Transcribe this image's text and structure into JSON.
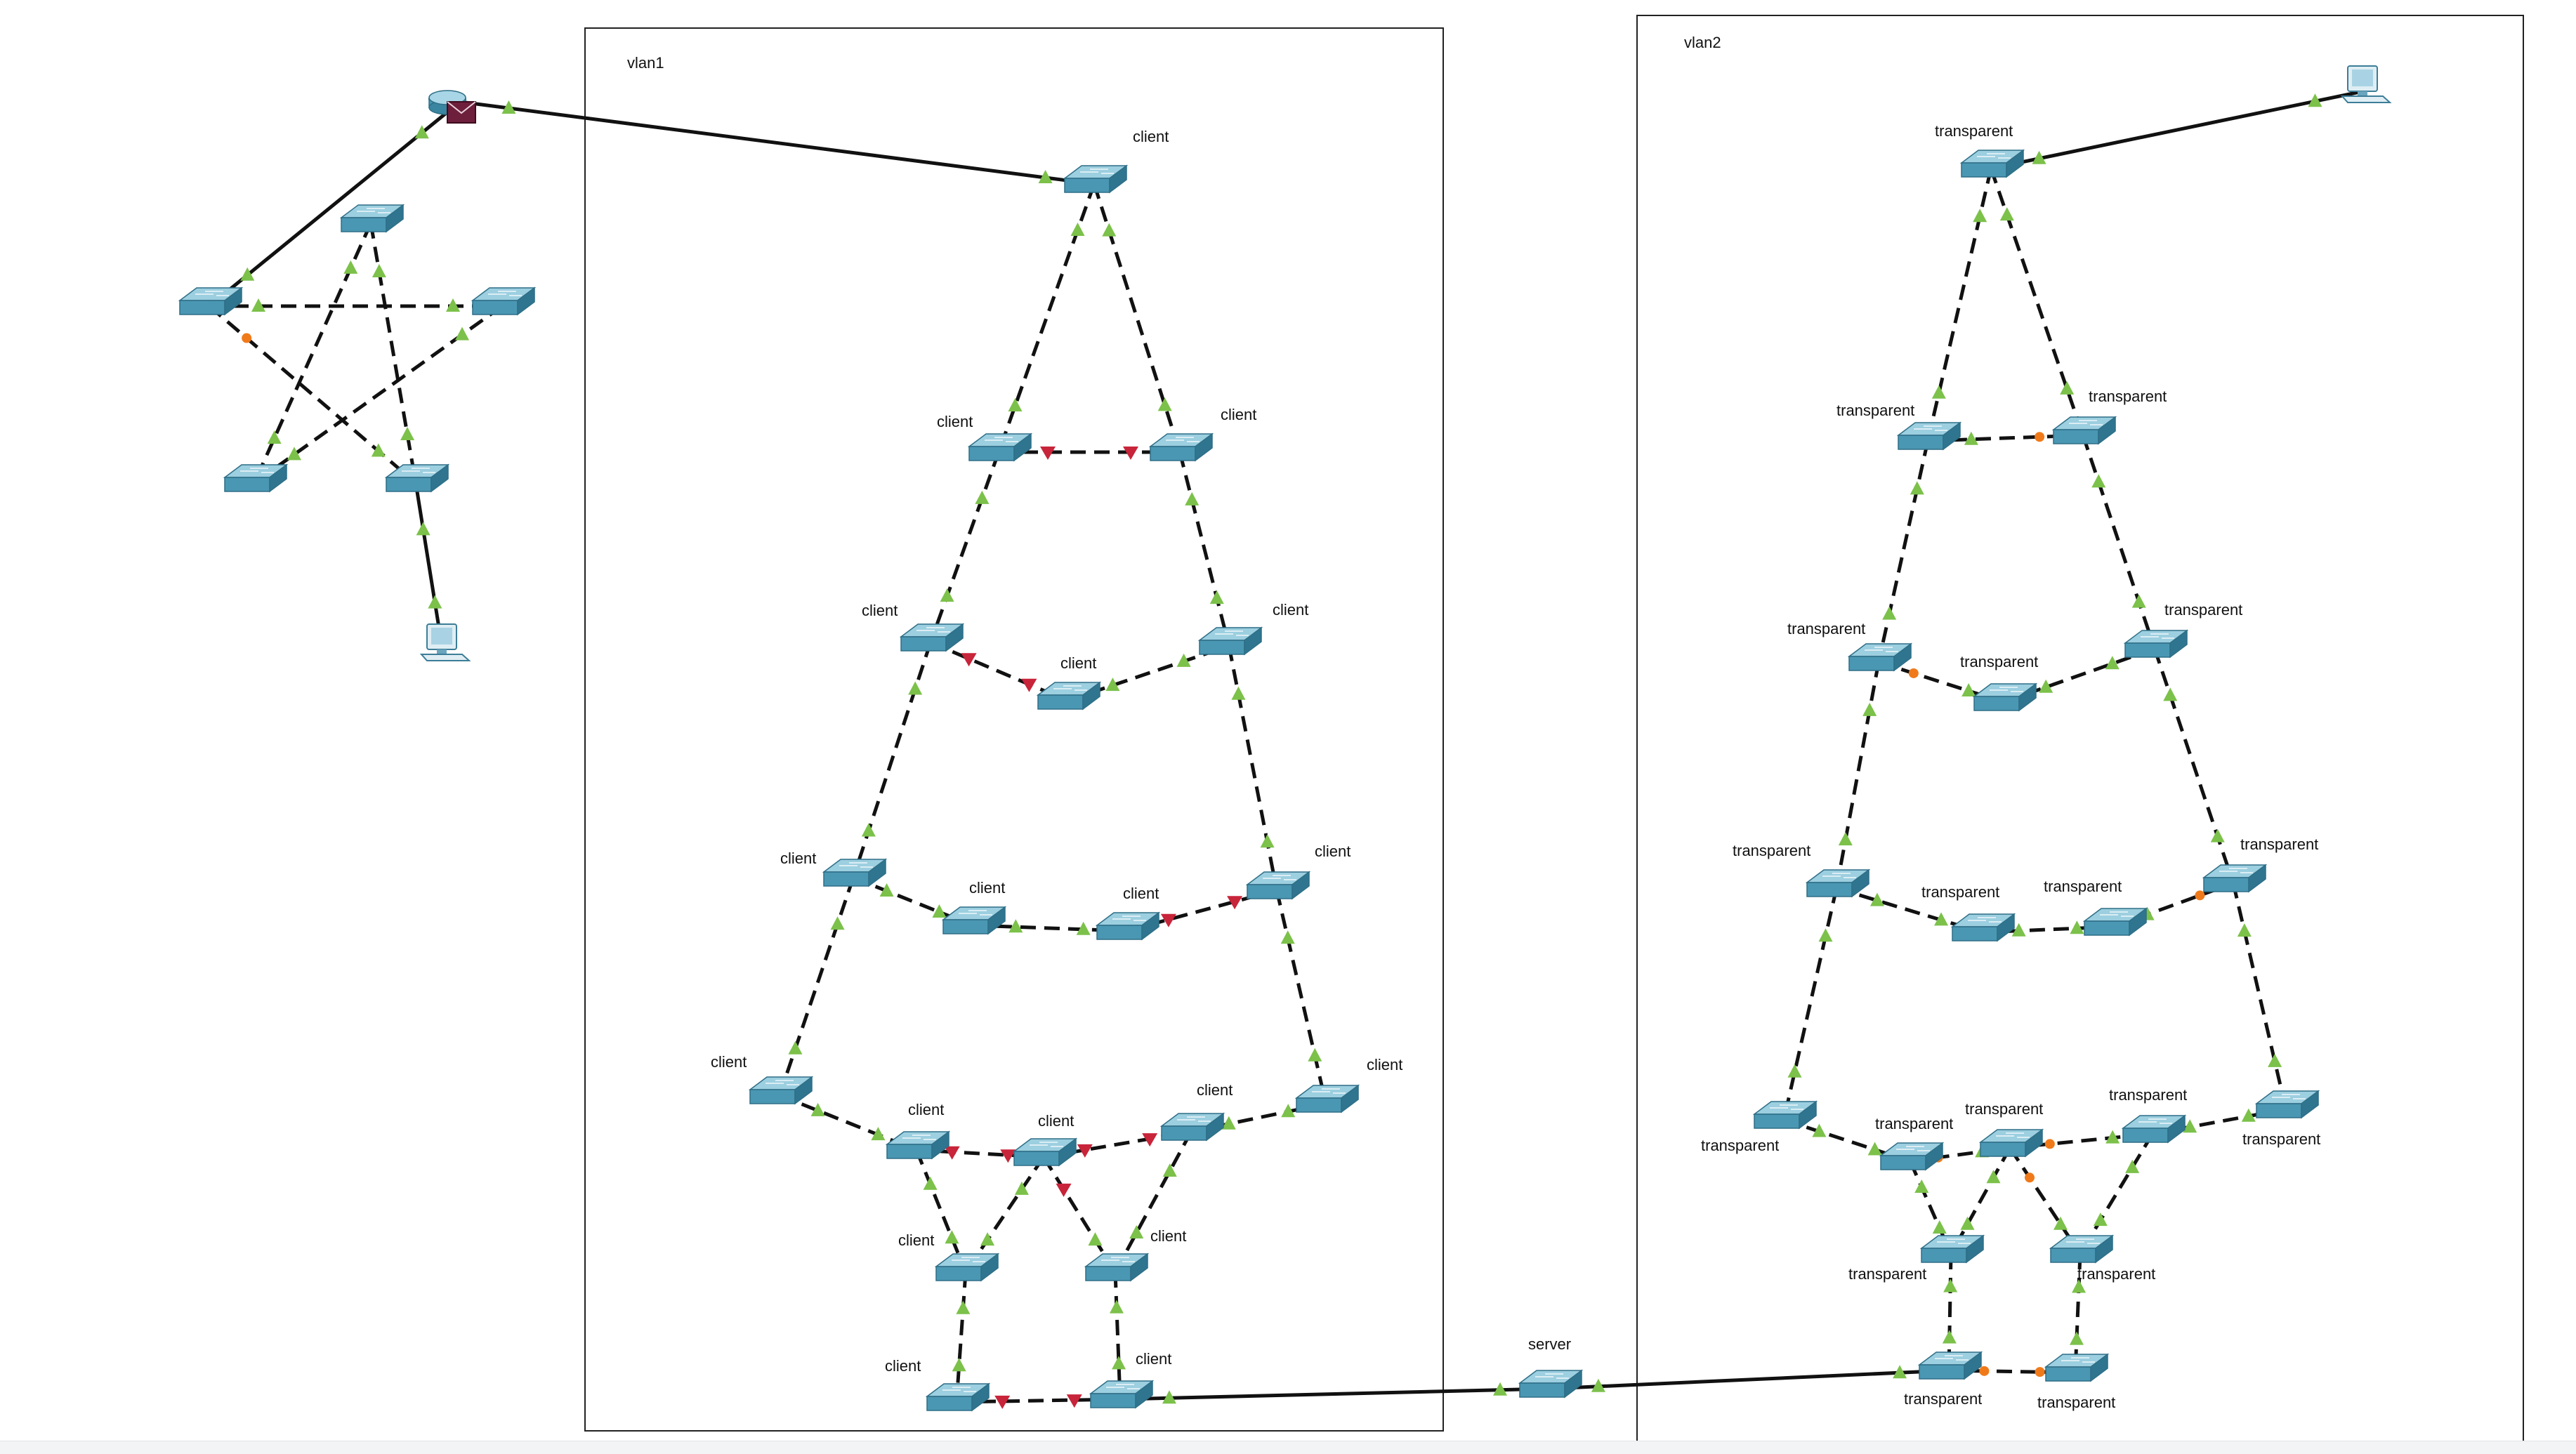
{
  "diagram": {
    "areas": {
      "vlan1": "vlan1",
      "vlan2": "vlan2"
    },
    "colors": {
      "link": "#111111",
      "link_up": "#7cc14a",
      "link_blocked": "#c8243a",
      "link_transition": "#f07a1a",
      "switch_top": "#8ec6d8",
      "switch_side": "#3e8aa6"
    },
    "icons": [
      "router-icon",
      "envelope-icon",
      "switch-icon",
      "pc-icon"
    ],
    "nodes": [
      {
        "id": "router",
        "type": "router"
      },
      {
        "id": "pc-left",
        "type": "pc"
      },
      {
        "id": "pc-right",
        "type": "pc"
      },
      {
        "id": "star-top",
        "type": "switch",
        "label": ""
      },
      {
        "id": "star-left",
        "type": "switch",
        "label": ""
      },
      {
        "id": "star-right",
        "type": "switch",
        "label": ""
      },
      {
        "id": "star-bl",
        "type": "switch",
        "label": ""
      },
      {
        "id": "star-br",
        "type": "switch",
        "label": ""
      },
      {
        "id": "v1-top",
        "type": "switch",
        "label": "client"
      },
      {
        "id": "v1-r1l",
        "type": "switch",
        "label": "client"
      },
      {
        "id": "v1-r1r",
        "type": "switch",
        "label": "client"
      },
      {
        "id": "v1-r2l",
        "type": "switch",
        "label": "client"
      },
      {
        "id": "v1-r2m",
        "type": "switch",
        "label": "client"
      },
      {
        "id": "v1-r2r",
        "type": "switch",
        "label": "client"
      },
      {
        "id": "v1-r3l",
        "type": "switch",
        "label": "client"
      },
      {
        "id": "v1-r3a",
        "type": "switch",
        "label": "client"
      },
      {
        "id": "v1-r3b",
        "type": "switch",
        "label": "client"
      },
      {
        "id": "v1-r3r",
        "type": "switch",
        "label": "client"
      },
      {
        "id": "v1-r4l",
        "type": "switch",
        "label": "client"
      },
      {
        "id": "v1-r4a",
        "type": "switch",
        "label": "client"
      },
      {
        "id": "v1-r4b",
        "type": "switch",
        "label": "client"
      },
      {
        "id": "v1-r4c",
        "type": "switch",
        "label": "client"
      },
      {
        "id": "v1-r4r",
        "type": "switch",
        "label": "client"
      },
      {
        "id": "v1-r5l",
        "type": "switch",
        "label": "client"
      },
      {
        "id": "v1-r5r",
        "type": "switch",
        "label": "client"
      },
      {
        "id": "v1-r6l",
        "type": "switch",
        "label": "client"
      },
      {
        "id": "v1-r6r",
        "type": "switch",
        "label": "client"
      },
      {
        "id": "server",
        "type": "switch",
        "label": "server"
      },
      {
        "id": "v2-top",
        "type": "switch",
        "label": "transparent"
      },
      {
        "id": "v2-r1l",
        "type": "switch",
        "label": "transparent"
      },
      {
        "id": "v2-r1r",
        "type": "switch",
        "label": "transparent"
      },
      {
        "id": "v2-r2l",
        "type": "switch",
        "label": "transparent"
      },
      {
        "id": "v2-r2m",
        "type": "switch",
        "label": "transparent"
      },
      {
        "id": "v2-r2r",
        "type": "switch",
        "label": "transparent"
      },
      {
        "id": "v2-r3l",
        "type": "switch",
        "label": "transparent"
      },
      {
        "id": "v2-r3a",
        "type": "switch",
        "label": "transparent"
      },
      {
        "id": "v2-r3b",
        "type": "switch",
        "label": "transparent"
      },
      {
        "id": "v2-r3r",
        "type": "switch",
        "label": "transparent"
      },
      {
        "id": "v2-r4l",
        "type": "switch",
        "label": "transparent"
      },
      {
        "id": "v2-r4a",
        "type": "switch",
        "label": "transparent"
      },
      {
        "id": "v2-r4b",
        "type": "switch",
        "label": "transparent"
      },
      {
        "id": "v2-r4c",
        "type": "switch",
        "label": "transparent"
      },
      {
        "id": "v2-r4r",
        "type": "switch",
        "label": "transparent"
      },
      {
        "id": "v2-r5l",
        "type": "switch",
        "label": "transparent"
      },
      {
        "id": "v2-r5r",
        "type": "switch",
        "label": "transparent"
      },
      {
        "id": "v2-r6l",
        "type": "switch",
        "label": "transparent"
      },
      {
        "id": "v2-r6r",
        "type": "switch",
        "label": "transparent"
      }
    ],
    "links": [
      {
        "from": "router",
        "to": "star-left",
        "style": "solid",
        "s1": "up",
        "s2": "up"
      },
      {
        "from": "router",
        "to": "v1-top",
        "style": "solid",
        "s1": "up",
        "s2": "up"
      },
      {
        "from": "star-left",
        "to": "star-right",
        "style": "dashed",
        "s1": "up",
        "s2": "up"
      },
      {
        "from": "star-left",
        "to": "star-br",
        "style": "dashed",
        "s1": "transition",
        "s2": "up"
      },
      {
        "from": "star-top",
        "to": "star-bl",
        "style": "dashed",
        "s1": "up",
        "s2": "up"
      },
      {
        "from": "star-top",
        "to": "star-br",
        "style": "dashed",
        "s1": "up",
        "s2": "up"
      },
      {
        "from": "star-right",
        "to": "star-bl",
        "style": "dashed",
        "s1": "up",
        "s2": "up"
      },
      {
        "from": "star-br",
        "to": "pc-left",
        "style": "solid",
        "s1": "up",
        "s2": "up"
      },
      {
        "from": "v1-top",
        "to": "v1-r1l",
        "style": "dashed",
        "s1": "up",
        "s2": "up"
      },
      {
        "from": "v1-top",
        "to": "v1-r1r",
        "style": "dashed",
        "s1": "up",
        "s2": "up"
      },
      {
        "from": "v1-r1l",
        "to": "v1-r1r",
        "style": "dashed",
        "s1": "blocked",
        "s2": "blocked"
      },
      {
        "from": "v1-r1l",
        "to": "v1-r2l",
        "style": "dashed",
        "s1": "up",
        "s2": "up"
      },
      {
        "from": "v1-r1r",
        "to": "v1-r2r",
        "style": "dashed",
        "s1": "up",
        "s2": "up"
      },
      {
        "from": "v1-r2l",
        "to": "v1-r2m",
        "style": "dashed",
        "s1": "blocked",
        "s2": "blocked"
      },
      {
        "from": "v1-r2m",
        "to": "v1-r2r",
        "style": "dashed",
        "s1": "up",
        "s2": "up"
      },
      {
        "from": "v1-r2l",
        "to": "v1-r3l",
        "style": "dashed",
        "s1": "up",
        "s2": "up"
      },
      {
        "from": "v1-r2r",
        "to": "v1-r3r",
        "style": "dashed",
        "s1": "up",
        "s2": "up"
      },
      {
        "from": "v1-r3l",
        "to": "v1-r3a",
        "style": "dashed",
        "s1": "up",
        "s2": "up"
      },
      {
        "from": "v1-r3a",
        "to": "v1-r3b",
        "style": "dashed",
        "s1": "up",
        "s2": "up"
      },
      {
        "from": "v1-r3b",
        "to": "v1-r3r",
        "style": "dashed",
        "s1": "blocked",
        "s2": "blocked"
      },
      {
        "from": "v1-r3l",
        "to": "v1-r4l",
        "style": "dashed",
        "s1": "up",
        "s2": "up"
      },
      {
        "from": "v1-r3r",
        "to": "v1-r4r",
        "style": "dashed",
        "s1": "up",
        "s2": "up"
      },
      {
        "from": "v1-r4l",
        "to": "v1-r4a",
        "style": "dashed",
        "s1": "up",
        "s2": "up"
      },
      {
        "from": "v1-r4a",
        "to": "v1-r4b",
        "style": "dashed",
        "s1": "blocked",
        "s2": "blocked"
      },
      {
        "from": "v1-r4b",
        "to": "v1-r4c",
        "style": "dashed",
        "s1": "blocked",
        "s2": "blocked"
      },
      {
        "from": "v1-r4c",
        "to": "v1-r4r",
        "style": "dashed",
        "s1": "up",
        "s2": "up"
      },
      {
        "from": "v1-r4a",
        "to": "v1-r5l",
        "style": "dashed",
        "s1": "up",
        "s2": "up"
      },
      {
        "from": "v1-r4b",
        "to": "v1-r5l",
        "style": "dashed",
        "s1": "up",
        "s2": "up"
      },
      {
        "from": "v1-r4b",
        "to": "v1-r5r",
        "style": "dashed",
        "s1": "blocked",
        "s2": "up"
      },
      {
        "from": "v1-r4c",
        "to": "v1-r5r",
        "style": "dashed",
        "s1": "up",
        "s2": "up"
      },
      {
        "from": "v1-r5l",
        "to": "v1-r6l",
        "style": "dashed",
        "s1": "up",
        "s2": "up"
      },
      {
        "from": "v1-r5r",
        "to": "v1-r6r",
        "style": "dashed",
        "s1": "up",
        "s2": "up"
      },
      {
        "from": "v1-r6l",
        "to": "v1-r6r",
        "style": "dashed",
        "s1": "blocked",
        "s2": "blocked"
      },
      {
        "from": "v1-r6r",
        "to": "server",
        "style": "solid",
        "s1": "up",
        "s2": "up"
      },
      {
        "from": "server",
        "to": "v2-r6l",
        "style": "solid",
        "s1": "up",
        "s2": "up"
      },
      {
        "from": "v2-top",
        "to": "pc-right",
        "style": "solid",
        "s1": "up",
        "s2": "up"
      },
      {
        "from": "v2-top",
        "to": "v2-r1l",
        "style": "dashed",
        "s1": "up",
        "s2": "up"
      },
      {
        "from": "v2-top",
        "to": "v2-r1r",
        "style": "dashed",
        "s1": "up",
        "s2": "up"
      },
      {
        "from": "v2-r1l",
        "to": "v2-r1r",
        "style": "dashed",
        "s1": "up",
        "s2": "transition"
      },
      {
        "from": "v2-r1l",
        "to": "v2-r2l",
        "style": "dashed",
        "s1": "up",
        "s2": "up"
      },
      {
        "from": "v2-r1r",
        "to": "v2-r2r",
        "style": "dashed",
        "s1": "up",
        "s2": "up"
      },
      {
        "from": "v2-r2l",
        "to": "v2-r2m",
        "style": "dashed",
        "s1": "transition",
        "s2": "up"
      },
      {
        "from": "v2-r2m",
        "to": "v2-r2r",
        "style": "dashed",
        "s1": "up",
        "s2": "up"
      },
      {
        "from": "v2-r2l",
        "to": "v2-r3l",
        "style": "dashed",
        "s1": "up",
        "s2": "up"
      },
      {
        "from": "v2-r2r",
        "to": "v2-r3r",
        "style": "dashed",
        "s1": "up",
        "s2": "up"
      },
      {
        "from": "v2-r3l",
        "to": "v2-r3a",
        "style": "dashed",
        "s1": "up",
        "s2": "up"
      },
      {
        "from": "v2-r3a",
        "to": "v2-r3b",
        "style": "dashed",
        "s1": "up",
        "s2": "up"
      },
      {
        "from": "v2-r3b",
        "to": "v2-r3r",
        "style": "dashed",
        "s1": "up",
        "s2": "transition"
      },
      {
        "from": "v2-r3l",
        "to": "v2-r4l",
        "style": "dashed",
        "s1": "up",
        "s2": "up"
      },
      {
        "from": "v2-r3r",
        "to": "v2-r4r",
        "style": "dashed",
        "s1": "up",
        "s2": "up"
      },
      {
        "from": "v2-r4l",
        "to": "v2-r4a",
        "style": "dashed",
        "s1": "up",
        "s2": "up"
      },
      {
        "from": "v2-r4a",
        "to": "v2-r4b",
        "style": "dashed",
        "s1": "transition",
        "s2": "up"
      },
      {
        "from": "v2-r4b",
        "to": "v2-r4c",
        "style": "dashed",
        "s1": "transition",
        "s2": "up"
      },
      {
        "from": "v2-r4c",
        "to": "v2-r4r",
        "style": "dashed",
        "s1": "up",
        "s2": "up"
      },
      {
        "from": "v2-r4a",
        "to": "v2-r5l",
        "style": "dashed",
        "s1": "up",
        "s2": "up"
      },
      {
        "from": "v2-r4b",
        "to": "v2-r5l",
        "style": "dashed",
        "s1": "up",
        "s2": "up"
      },
      {
        "from": "v2-r4b",
        "to": "v2-r5r",
        "style": "dashed",
        "s1": "transition",
        "s2": "up"
      },
      {
        "from": "v2-r4c",
        "to": "v2-r5r",
        "style": "dashed",
        "s1": "up",
        "s2": "up"
      },
      {
        "from": "v2-r5l",
        "to": "v2-r6l",
        "style": "dashed",
        "s1": "up",
        "s2": "up"
      },
      {
        "from": "v2-r5r",
        "to": "v2-r6r",
        "style": "dashed",
        "s1": "up",
        "s2": "up"
      },
      {
        "from": "v2-r6l",
        "to": "v2-r6r",
        "style": "dashed",
        "s1": "transition",
        "s2": "transition"
      }
    ]
  }
}
